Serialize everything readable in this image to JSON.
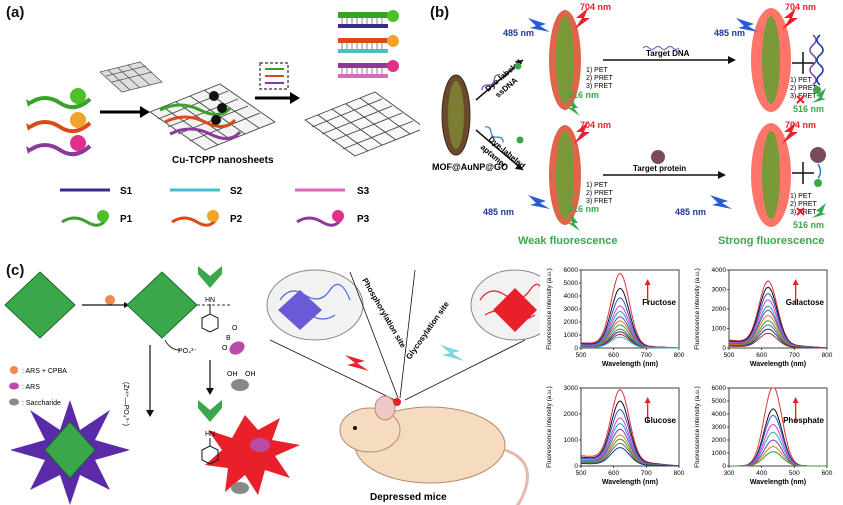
{
  "panels": {
    "a": {
      "label": "(a)",
      "nanosheet_caption": "Cu-TCPP nanosheets",
      "legend": [
        {
          "strand": "S1",
          "probe": "P1",
          "strand_color": "#3a2a8c",
          "probe_color": "#3aa02a",
          "dot_color": "#4fbf2a"
        },
        {
          "strand": "S2",
          "probe": "P2",
          "strand_color": "#46c0c8",
          "probe_color": "#d94a1a",
          "dot_color": "#f2a32a"
        },
        {
          "strand": "S3",
          "probe": "P3",
          "strand_color": "#d96ab8",
          "probe_color": "#8a3a9a",
          "dot_color": "#e0308a"
        }
      ]
    },
    "b": {
      "label": "(b)",
      "nm_485": "485 nm",
      "nm_704": "704 nm",
      "nm_516": "516 nm",
      "composite": "MOF@AuNP@GO",
      "dye_ssdna": [
        "Dye-labeled",
        "ssDNA"
      ],
      "dye_aptamer": [
        "Dye-labeled",
        "aptamer"
      ],
      "target_dna": "Target DNA",
      "target_protein": "Target protein",
      "mechanisms": [
        "1) PET",
        "2) PRET",
        "3) FRET"
      ],
      "weak": "Weak fluorescence",
      "strong": "Strong fluorescence",
      "weak_color": "#3aa84a"
    },
    "c": {
      "label": "(c)",
      "legend": [
        {
          "text": ": ARS + CPBA",
          "color": "#f08a4a"
        },
        {
          "text": ": ARS",
          "color": "#b84aa8"
        },
        {
          "text": ": Saccharide",
          "color": "#888888"
        }
      ],
      "po4": "PO₄³⁻",
      "zr_po4": "(Zr⁴⁺—PO₄³⁻)",
      "phospho_site": "Phosphorylation site",
      "glyco_site": "Glycosylation site",
      "mice": "Depressed mice",
      "nh": "HN",
      "oh": "OH",
      "b": "B",
      "o": "O"
    }
  },
  "chart_data": [
    {
      "type": "line",
      "title": "Fructose",
      "xlabel": "Wavelength (nm)",
      "ylabel": "Fluorescence intensity (a.u.)",
      "xlim": [
        500,
        800
      ],
      "ylim": [
        0,
        6000
      ],
      "xticks": [
        500,
        600,
        700,
        800
      ],
      "yticks": [
        0,
        1000,
        2000,
        3000,
        4000,
        5000,
        6000
      ],
      "peak_x": 620,
      "peak_values": [
        5500,
        4400,
        3700,
        3100,
        2700,
        2300,
        2000,
        1700,
        1400,
        1200,
        1000,
        800
      ]
    },
    {
      "type": "line",
      "title": "Galactose",
      "xlabel": "Wavelength (nm)",
      "ylabel": "Fluorescence intensity (a.u.)",
      "xlim": [
        500,
        800
      ],
      "ylim": [
        0,
        4000
      ],
      "xticks": [
        500,
        600,
        700,
        800
      ],
      "yticks": [
        0,
        1000,
        2000,
        3000,
        4000
      ],
      "peak_x": 620,
      "peak_values": [
        3200,
        2900,
        2600,
        2300,
        2000,
        1800,
        1550,
        1300,
        1100,
        900,
        700
      ]
    },
    {
      "type": "line",
      "title": "Glucose",
      "xlabel": "Wavelength (nm)",
      "ylabel": "Fluorescence intensity (a.u.)",
      "xlim": [
        500,
        800
      ],
      "ylim": [
        0,
        3000
      ],
      "xticks": [
        500,
        600,
        700,
        800
      ],
      "yticks": [
        0,
        1000,
        2000,
        3000
      ],
      "peak_x": 620,
      "peak_values": [
        2700,
        2300,
        2000,
        1700,
        1500,
        1300,
        1100,
        950,
        800,
        650
      ]
    },
    {
      "type": "line",
      "title": "Phosphate",
      "xlabel": "Wavelength (nm)",
      "ylabel": "Fluorescence intensity (a.u.)",
      "xlim": [
        300,
        600
      ],
      "ylim": [
        0,
        6000
      ],
      "xticks": [
        300,
        400,
        500,
        600
      ],
      "yticks": [
        0,
        1000,
        2000,
        3000,
        4000,
        5000,
        6000
      ],
      "peak_x": 435,
      "peak_values": [
        6100,
        4400,
        3900,
        3200,
        2600,
        2000,
        1500,
        1100
      ]
    }
  ],
  "curve_colors": [
    "#e8303a",
    "#111111",
    "#2a5ad8",
    "#d83ad8",
    "#20a8a8",
    "#7a3ab8",
    "#e87a20",
    "#3a9a3a",
    "#6a6a6a",
    "#1a3a9a",
    "#a82a2a",
    "#20c0e0"
  ]
}
